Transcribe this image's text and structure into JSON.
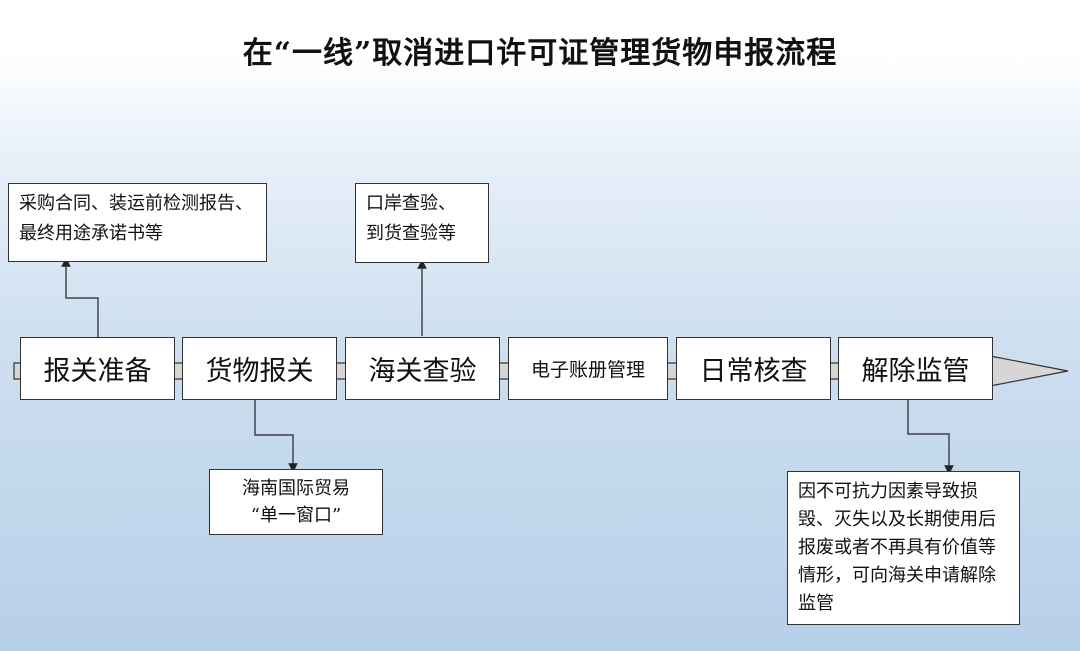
{
  "title": "在“一线”取消进口许可证管理货物申报流程",
  "steps": [
    "报关准备",
    "货物报关",
    "海关查验",
    "电子账册管理",
    "日常核查",
    "解除监管"
  ],
  "notes": {
    "step1": "采购合同、装运前检测报告、最终用途承诺书等",
    "step2": "海南国际贸易\n“单一窗口”",
    "step3": "口岸查验、\n到货查验等",
    "step6": "因不可抗力因素导致损毁、灭失以及长期使用后报废或者不再具有价值等情形，可向海关申请解除监管"
  }
}
